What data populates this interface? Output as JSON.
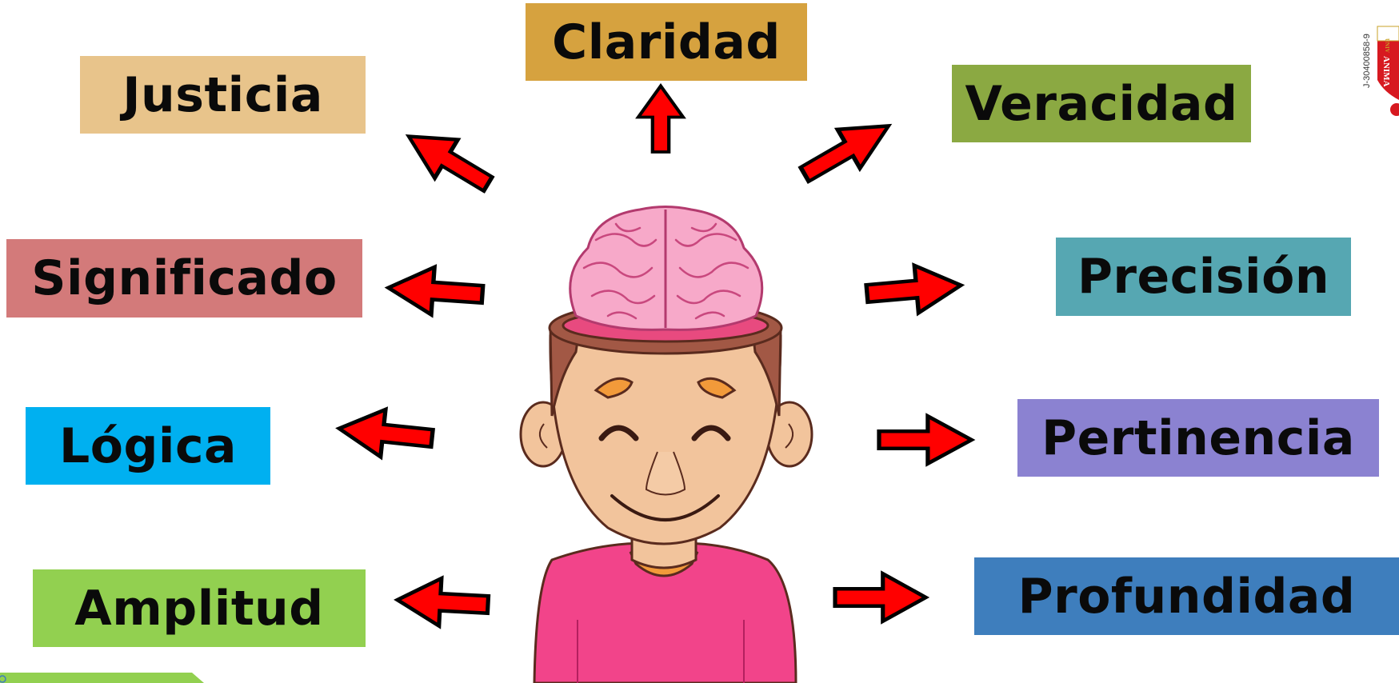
{
  "labels": {
    "claridad": {
      "text": "Claridad",
      "color": "#D6A23F"
    },
    "justicia": {
      "text": "Justicia",
      "color": "#E8C48B"
    },
    "veracidad": {
      "text": "Veracidad",
      "color": "#8BA942"
    },
    "significado": {
      "text": "Significado",
      "color": "#D37A7A"
    },
    "precision": {
      "text": "Precisión",
      "color": "#56A7B2"
    },
    "logica": {
      "text": "Lógica",
      "color": "#00B0F0"
    },
    "pertinencia": {
      "text": "Pertinencia",
      "color": "#8B82D1"
    },
    "amplitud": {
      "text": "Amplitud",
      "color": "#92D050"
    },
    "profundidad": {
      "text": "Profundidad",
      "color": "#3E7EBD"
    }
  },
  "arrow_color": "#FF0000",
  "logo": {
    "id_text": "J-30400858-9",
    "brand_text": "ANIMA",
    "top_text": "UNIV"
  },
  "icons": [
    "brain-icon",
    "boy-head-illustration",
    "arrow-icon"
  ]
}
